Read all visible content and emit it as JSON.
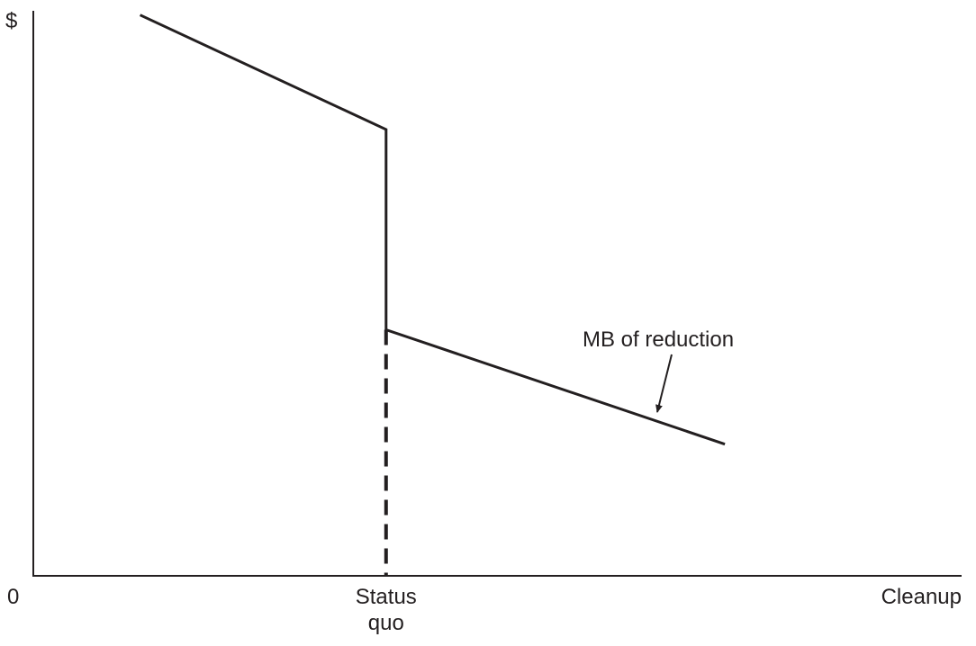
{
  "chart_data": {
    "type": "line",
    "ylabel": "$",
    "xlabel": "Cleanup",
    "origin_label": "0",
    "x_marker": {
      "label_line1": "Status",
      "label_line2": "quo",
      "style": "dashed"
    },
    "series": [
      {
        "name": "MB of reduction",
        "color": "#231f20",
        "points": [
          {
            "x": 11.5,
            "y": 98
          },
          {
            "x": 38,
            "y": 78
          },
          {
            "x": 38,
            "y": 43
          },
          {
            "x": 74.5,
            "y": 23
          }
        ]
      }
    ],
    "annotation": {
      "text": "MB of reduction",
      "arrow": true
    },
    "xlim": [
      0,
      100
    ],
    "ylim": [
      0,
      100
    ],
    "axis_units": "unscaled",
    "grid": false,
    "legend": "none"
  }
}
